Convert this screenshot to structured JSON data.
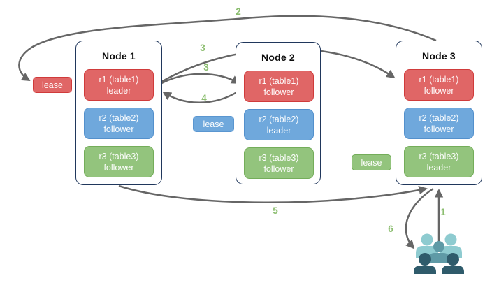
{
  "diagram_type": "distributed-database-replication-diagram",
  "nodes": [
    {
      "title": "Node 1",
      "replicas": [
        {
          "name": "r1 (table1)",
          "role": "leader",
          "color": "#e06666"
        },
        {
          "name": "r2 (table2)",
          "role": "follower",
          "color": "#6fa8dc"
        },
        {
          "name": "r3 (table3)",
          "role": "follower",
          "color": "#93c47d"
        }
      ]
    },
    {
      "title": "Node 2",
      "replicas": [
        {
          "name": "r1 (table1)",
          "role": "follower",
          "color": "#e06666"
        },
        {
          "name": "r2 (table2)",
          "role": "leader",
          "color": "#6fa8dc"
        },
        {
          "name": "r3 (table3)",
          "role": "follower",
          "color": "#93c47d"
        }
      ]
    },
    {
      "title": "Node 3",
      "replicas": [
        {
          "name": "r1 (table1)",
          "role": "follower",
          "color": "#e06666"
        },
        {
          "name": "r2 (table2)",
          "role": "follower",
          "color": "#93c47d"
        },
        {
          "name": "r3 (table3)",
          "role": "leader",
          "color": "#93c47d"
        }
      ]
    }
  ],
  "leases": [
    {
      "label": "lease",
      "color": "#e06666",
      "position": "left-of-node1-r1-row"
    },
    {
      "label": "lease",
      "color": "#6fa8dc",
      "position": "between-node1-node2-r2-row"
    },
    {
      "label": "lease",
      "color": "#93c47d",
      "position": "between-node2-node3-r3-row"
    }
  ],
  "arrows": [
    {
      "label": "1",
      "from": "clients",
      "to": "node3-r3-leader"
    },
    {
      "label": "2",
      "from": "node3-top",
      "to": "r1-lease-label"
    },
    {
      "label": "3",
      "from": "node1-r1-leader",
      "to": "node3-r1-follower"
    },
    {
      "label": "3",
      "from": "node1-r1-leader",
      "to": "node2-r1-follower"
    },
    {
      "label": "4",
      "from": "node2-r1-follower",
      "to": "node1-r1-leader"
    },
    {
      "label": "5",
      "from": "node1-bottom",
      "to": "node3-bottom"
    },
    {
      "label": "6",
      "from": "node3-bottom",
      "to": "clients"
    }
  ],
  "icons": {
    "clients": "clients-group-icon"
  },
  "colors": {
    "replica_red_fill": "#e06666",
    "replica_blue_fill": "#6fa8dc",
    "replica_green_fill": "#93c47d",
    "node_border": "#20375c",
    "arrow_gray": "#666666",
    "step_number_green": "#8cbe70",
    "people_light_teal": "#8ecbd0",
    "people_medium_teal": "#5f9aa6",
    "people_dark_slate": "#2f5b6b"
  }
}
